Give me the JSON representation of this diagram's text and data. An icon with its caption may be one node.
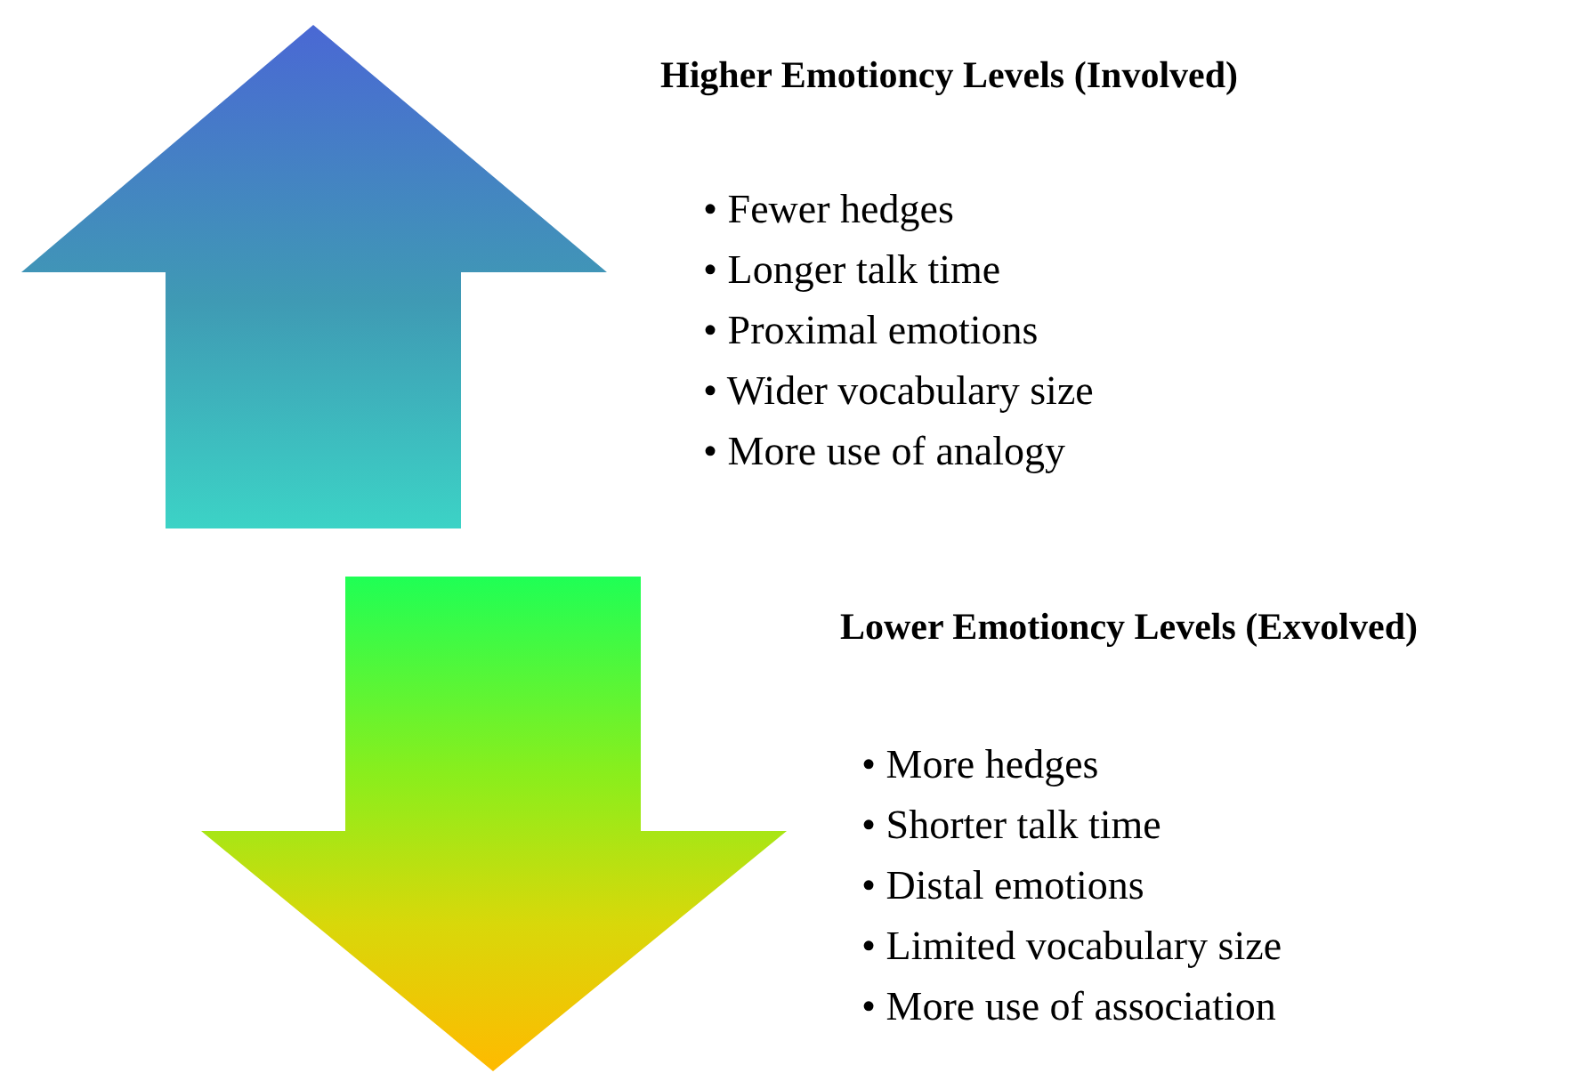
{
  "diagram": {
    "labels": [
      "Higher Emotioncy Levels (Involved)",
      "• Fewer hedges",
      "• Longer talk time",
      "• Proximal emotions",
      "• Wider vocabulary size",
      "• More use of analogy",
      "Lower Emotioncy Levels (Exvolved)",
      "• More hedges",
      "• Shorter talk time",
      "• Distal emotions",
      "• Limited vocabulary size",
      "• More use of association"
    ]
  }
}
